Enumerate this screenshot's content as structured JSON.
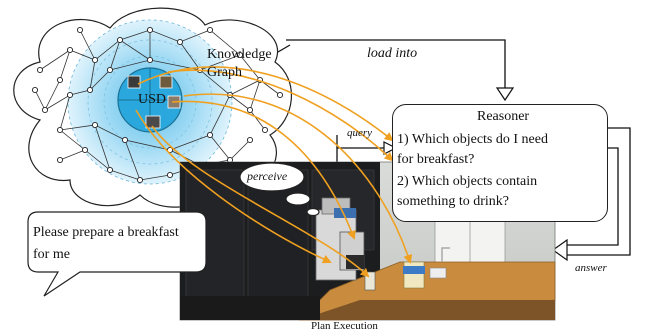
{
  "knowledge_graph": {
    "label_line1": "Knowledge",
    "label_line2": "Graph",
    "center_label": "USD"
  },
  "arrows": {
    "load_into": "load into",
    "query": "query",
    "answer": "answer",
    "perceive": "perceive"
  },
  "reasoner": {
    "title": "Reasoner",
    "q1_line1": "1) Which objects do I need",
    "q1_line2": "for breakfast?",
    "q2_line1": "2) Which objects contain",
    "q2_line2": "something to drink?"
  },
  "user_request": {
    "line1": "Please prepare a breakfast",
    "line2": "for me"
  },
  "scene": {
    "caption": "Plan Execution"
  },
  "colors": {
    "arrow_orange": "#f0a020",
    "usd_blue": "#2aa8de",
    "halo_blue": "#9fdaf4"
  }
}
